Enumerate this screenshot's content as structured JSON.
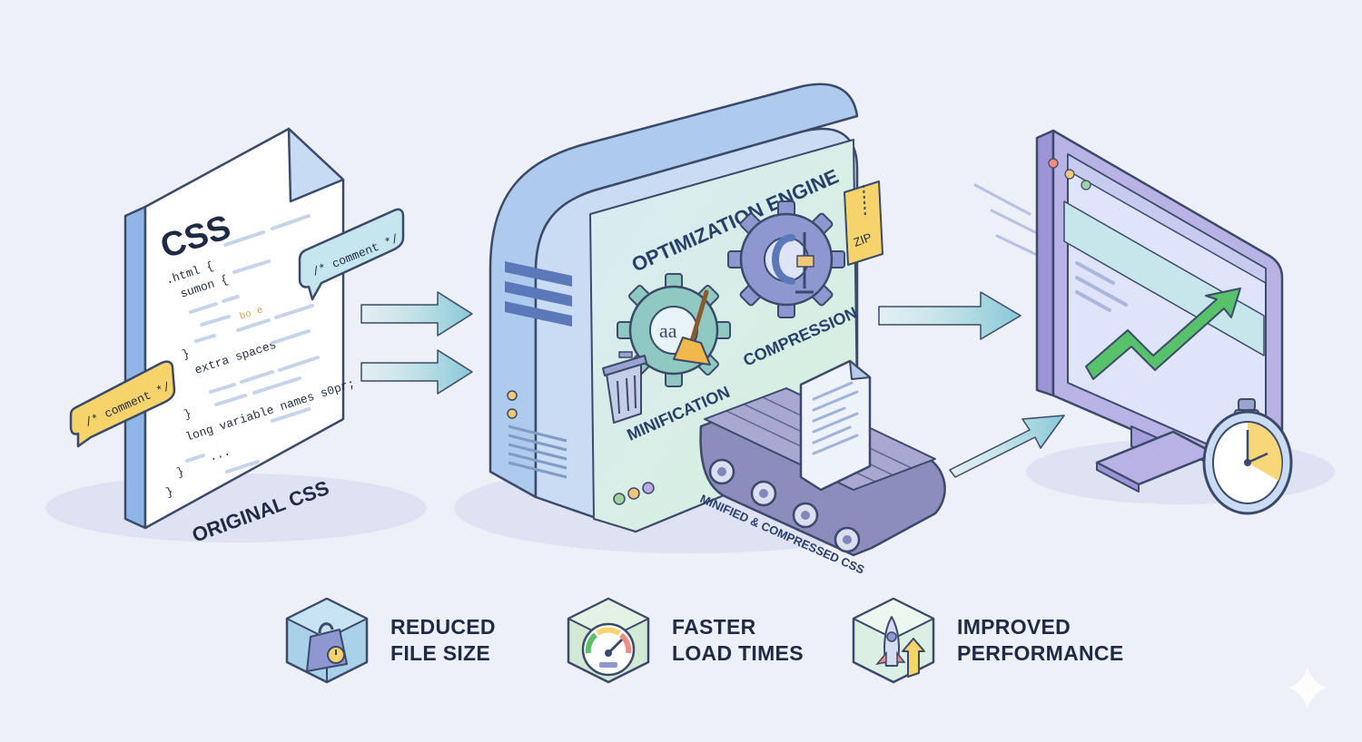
{
  "source": {
    "doc_title": "CSS",
    "code_lines": [
      ".html {",
      "sumon {",
      "}",
      "extra spaces",
      "}",
      "long variable names s0pr;",
      "...",
      "}",
      "}"
    ],
    "highlight_tokens": [
      "bo e"
    ],
    "caption": "ORIGINAL CSS",
    "comment_tags": [
      "/* comment */",
      "/* comment */"
    ]
  },
  "engine": {
    "title": "OPTIMIZATION ENGINE",
    "stage_labels": [
      "MINIFICATION",
      "COMPRESSION"
    ],
    "badge": "ZIP",
    "conveyor_caption": "MINIFIED & COMPRESSED CSS"
  },
  "benefits": [
    {
      "line1": "REDUCED",
      "line2": "FILE SIZE",
      "icon": "weight-icon"
    },
    {
      "line1": "FASTER",
      "line2": "LOAD TIMES",
      "icon": "gauge-icon"
    },
    {
      "line1": "IMPROVED",
      "line2": "PERFORMANCE",
      "icon": "rocket-icon"
    }
  ],
  "colors": {
    "background": "#eef0f8",
    "outline": "#3b4a6b",
    "doc_blue": "#9cc3ee",
    "engine_blue": "#c9dcf4",
    "engine_green": "#dcefe4",
    "gear_teal": "#8fc9c2",
    "gear_purple": "#8e97cf",
    "tag_yellow": "#f6d36b",
    "monitor_purple": "#b9b2e4",
    "chart_green": "#57c26a",
    "arrow_teal": "#8fd0c8"
  }
}
